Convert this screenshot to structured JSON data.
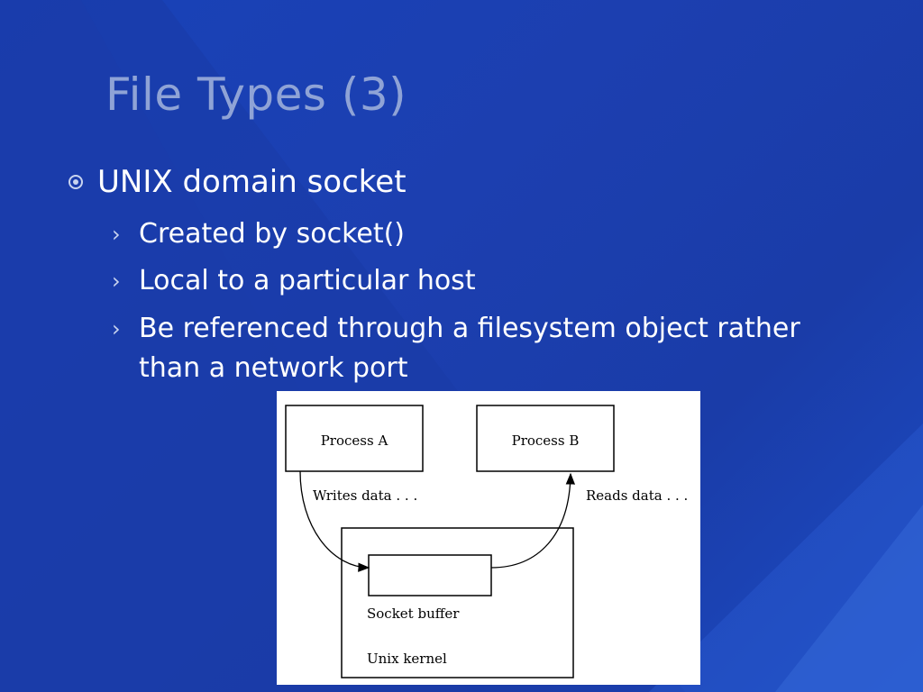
{
  "slide": {
    "title": "File Types (3)",
    "bullet_main": "UNIX domain socket",
    "sub_bullets": [
      "Created by socket()",
      "Local to a particular host",
      "Be referenced through a filesystem object rather than a network port"
    ]
  },
  "diagram": {
    "process_a": "Process A",
    "process_b": "Process B",
    "writes": "Writes data . . .",
    "reads": "Reads data . . .",
    "buffer": "Socket buffer",
    "kernel": "Unix kernel"
  },
  "colors": {
    "background": "#1c3fb0",
    "title": "#8fa3d6",
    "text": "#ffffff"
  }
}
